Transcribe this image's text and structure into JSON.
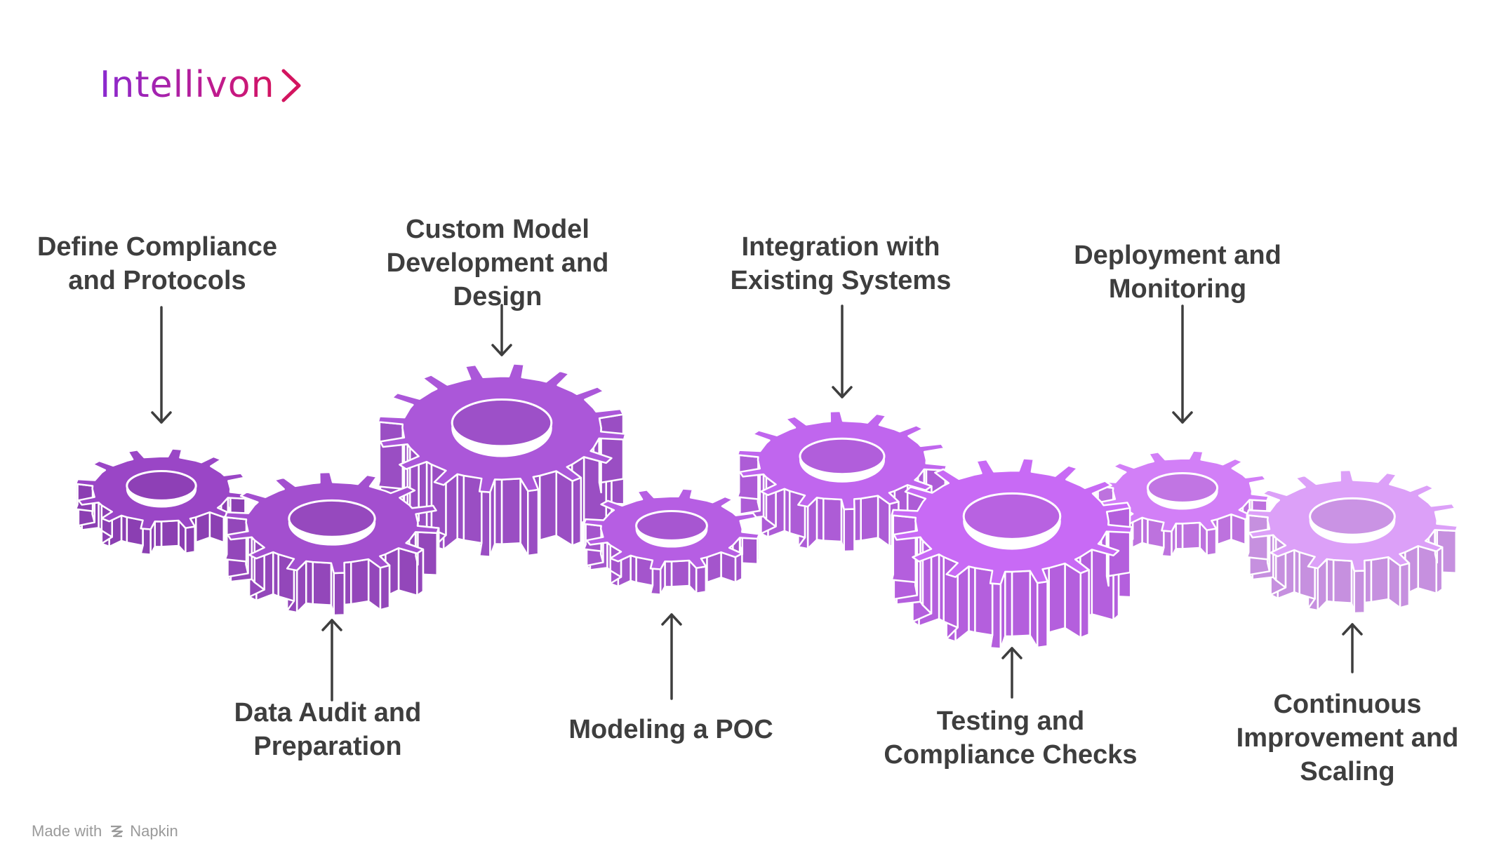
{
  "brand": {
    "name": "Intellivon"
  },
  "steps": [
    {
      "id": "define",
      "label_lines": [
        "Define Compliance",
        "and Protocols"
      ],
      "position": "top",
      "color": "#9a46c6"
    },
    {
      "id": "audit",
      "label_lines": [
        "Data Audit and",
        "Preparation"
      ],
      "position": "bottom",
      "color": "#a34fcf"
    },
    {
      "id": "custom",
      "label_lines": [
        "Custom Model",
        "Development and",
        "Design"
      ],
      "position": "top",
      "color": "#ab57d9"
    },
    {
      "id": "poc",
      "label_lines": [
        "Modeling a POC"
      ],
      "position": "bottom",
      "color": "#b65ee3"
    },
    {
      "id": "integration",
      "label_lines": [
        "Integration with",
        "Existing Systems"
      ],
      "position": "top",
      "color": "#c066ee"
    },
    {
      "id": "testing",
      "label_lines": [
        "Testing and",
        "Compliance Checks"
      ],
      "position": "bottom",
      "color": "#c86af5"
    },
    {
      "id": "deployment",
      "label_lines": [
        "Deployment and",
        "Monitoring"
      ],
      "position": "top",
      "color": "#d27ff7"
    },
    {
      "id": "continuous",
      "label_lines": [
        "Continuous",
        "Improvement and",
        "Scaling"
      ],
      "position": "bottom",
      "color": "#dca0f8"
    }
  ],
  "footer": {
    "prefix": "Made with",
    "tool": "Napkin"
  }
}
